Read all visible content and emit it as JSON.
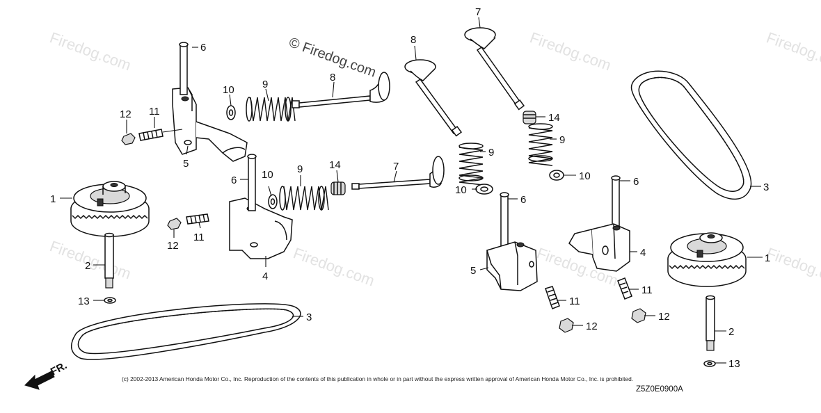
{
  "watermark": {
    "text": "Firedog.com",
    "prominent_text": "© Firedog.com"
  },
  "callouts": {
    "c1": "1",
    "c2": "2",
    "c3": "3",
    "c4": "4",
    "c5": "5",
    "c6": "6",
    "c7": "7",
    "c8": "8",
    "c9": "9",
    "c10": "10",
    "c11": "11",
    "c12": "12",
    "c13": "13",
    "c14": "14"
  },
  "direction_label": "FR.",
  "copyright": "(c) 2002-2013 American Honda Motor Co., Inc. Reproduction of the contents of this publication in whole or in part without the express written approval of American Honda Motor Co., Inc. is prohibited.",
  "diagram_code": "Z5Z0E0900A"
}
